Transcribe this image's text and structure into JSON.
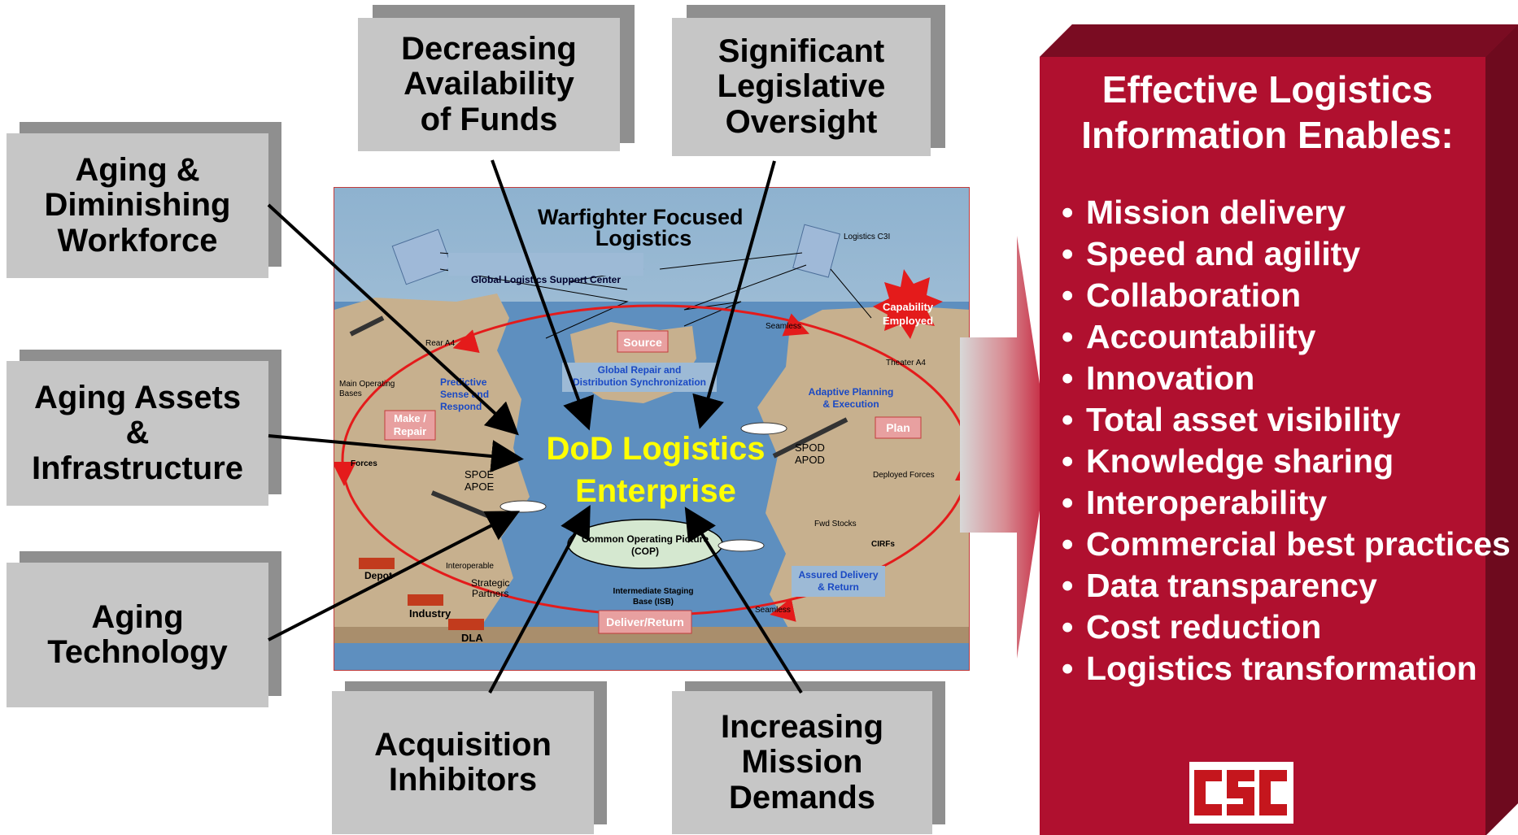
{
  "challenges": {
    "funds": "Decreasing\nAvailability\nof Funds",
    "oversight": "Significant\nLegislative\nOversight",
    "workforce": "Aging &\nDiminishing\nWorkforce",
    "assets": "Aging Assets\n&\nInfrastructure",
    "technology": "Aging\nTechnology",
    "acquisition": "Acquisition\nInhibitors",
    "mission": "Increasing\nMission\nDemands"
  },
  "map": {
    "title": "Warfighter Focused\nLogistics",
    "center_line1": "DoD Logistics",
    "center_line2": "Enterprise",
    "global_support": "Global Logistics Support Center",
    "logistics_c3i": "Logistics C3I",
    "capability": "Capability\nEmployed",
    "seamless_top": "Seamless",
    "seamless_bottom": "Seamless",
    "theater": "Theater A4",
    "rear": "Rear A4",
    "main_bases": "Main Operating\nBases",
    "source": "Source",
    "repair_sync": "Global Repair and\nDistribution Synchronization",
    "predictive": "Predictive\nSense and\nRespond",
    "adaptive": "Adaptive Planning\n& Execution",
    "make_repair": "Make /\nRepair",
    "plan": "Plan",
    "forces": "Forces",
    "spoe": "SPOE\nAPOE",
    "spod": "SPOD\nAPOD",
    "deployed_forces": "Deployed Forces",
    "fwd_stocks": "Fwd Stocks",
    "cirfs": "CIRFs",
    "cop": "Common Operating Picture\n(COP)",
    "interoperable": "Interoperable",
    "strategic_partners": "Strategic\nPartners",
    "depot": "Depot",
    "industry": "Industry",
    "dla": "DLA",
    "isb": "Intermediate Staging\nBase (ISB)",
    "deliver_return": "Deliver/Return",
    "assured_delivery": "Assured Delivery\n& Return"
  },
  "enablers": {
    "title": "Effective Logistics\nInformation Enables:",
    "items": [
      "Mission delivery",
      "Speed and agility",
      "Collaboration",
      "Accountability",
      "Innovation",
      "Total asset visibility",
      "Knowledge sharing",
      "Interoperability",
      "Commercial best practices",
      "Data transparency",
      "Cost reduction",
      "Logistics transformation"
    ]
  },
  "logo": {
    "text": "CSC",
    "color": "#c5161d"
  },
  "colors": {
    "panel": "#b0102f",
    "panel_dark": "#6e0a1e",
    "box": "#c6c6c6",
    "box_shadow": "#8f8f8f",
    "center_text": "#ffff00",
    "loop": "#e41b1b"
  }
}
